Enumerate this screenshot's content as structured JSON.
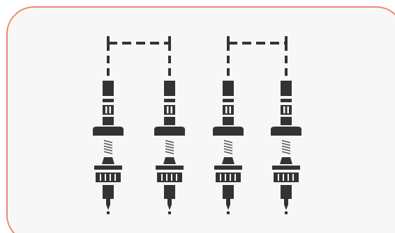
{
  "colors": {
    "frame_border": "#f0866a",
    "frame_fill": "#f7f7f7",
    "ink": "#333333",
    "spring_ink": "#555555",
    "background": "#ffffff"
  },
  "groups": [
    {
      "connector_style": "left-tee"
    },
    {
      "connector_style": "both-cross"
    }
  ],
  "units_per_group": 2,
  "icon": "spark-plug-coil-icon"
}
